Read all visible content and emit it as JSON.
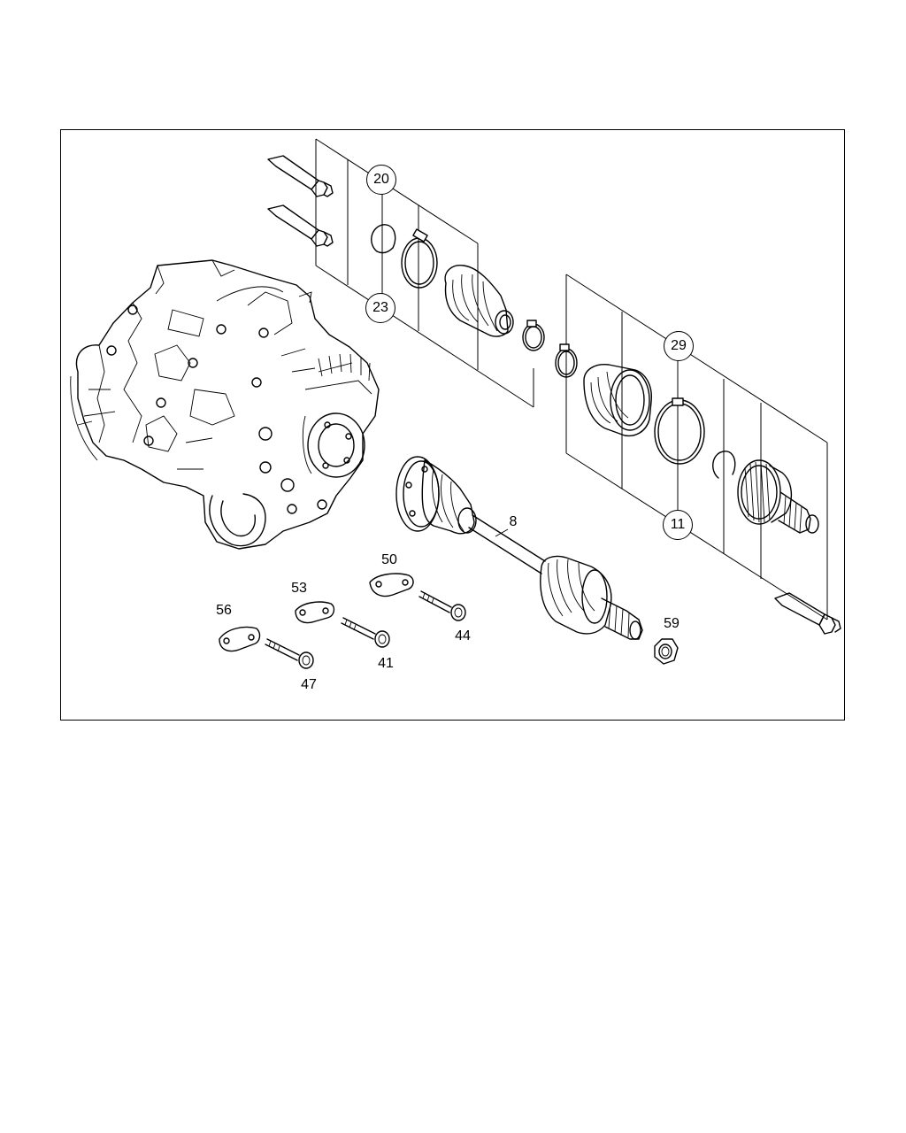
{
  "diagram": {
    "callouts": {
      "c20": "20",
      "c23": "23",
      "c29": "29",
      "c11": "11"
    },
    "labels": {
      "p8": "8",
      "p50": "50",
      "p53": "53",
      "p56": "56",
      "p44": "44",
      "p41": "41",
      "p47": "47",
      "p59": "59"
    }
  }
}
